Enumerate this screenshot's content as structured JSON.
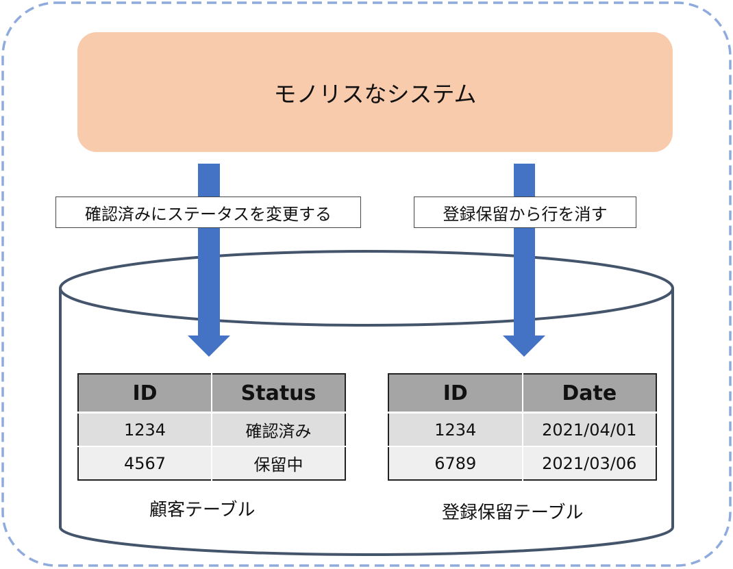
{
  "system": {
    "title": "モノリスなシステム"
  },
  "operations": [
    {
      "label": "確認済みにステータスを変更する"
    },
    {
      "label": "登録保留から行を消す"
    }
  ],
  "tables": [
    {
      "caption": "顧客テーブル",
      "columns": [
        "ID",
        "Status"
      ],
      "rows": [
        [
          "1234",
          "確認済み"
        ],
        [
          "4567",
          "保留中"
        ]
      ]
    },
    {
      "caption": "登録保留テーブル",
      "columns": [
        "ID",
        "Date"
      ],
      "rows": [
        [
          "1234",
          "2021/04/01"
        ],
        [
          "6789",
          "2021/03/06"
        ]
      ]
    }
  ],
  "colors": {
    "system_box": "#f8cbad",
    "arrow": "#4472c4",
    "boundary": "#8faadc",
    "database_outline": "#44546a",
    "table_header": "#a5a5a5",
    "table_row_odd": "#dedede",
    "table_row_even": "#efefef"
  }
}
